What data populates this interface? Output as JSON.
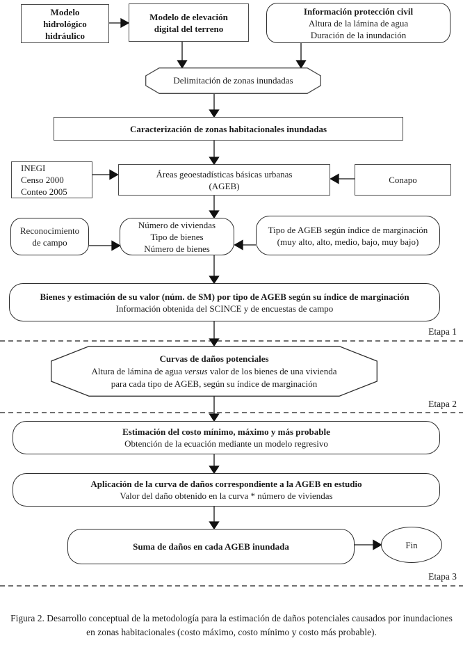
{
  "colors": {
    "box_border": "#4a4a4a",
    "line_color": "#111111",
    "text_color": "#1c1c1c",
    "background": "#ffffff"
  },
  "nodes": {
    "modelo_hidrologico": {
      "line1": "Modelo",
      "line2": "hidrológico",
      "line3": "hidráulico"
    },
    "modelo_elevacion": {
      "line1": "Modelo de elevación",
      "line2": "digital del terreno"
    },
    "info_proteccion": {
      "line1": "Información protección civil",
      "line2": "Altura de la lámina de agua",
      "line3": "Duración de la inundación"
    },
    "delimitacion": {
      "line1": "Delimitación de zonas inundadas"
    },
    "caracterizacion": {
      "line1": "Caracterización de zonas habitacionales inundadas"
    },
    "inegi": {
      "line1": "INEGI",
      "line2": "Censo 2000",
      "line3": "Conteo 2005"
    },
    "ageb": {
      "line1": "Áreas geoestadísticas básicas urbanas",
      "line2": "(AGEB)"
    },
    "conapo": {
      "line1": "Conapo"
    },
    "reconocimiento": {
      "line1": "Reconocimiento",
      "line2": "de campo"
    },
    "viviendas": {
      "line1": "Número de viviendas",
      "line2": "Tipo de bienes",
      "line3": "Número de bienes"
    },
    "tipo_ageb": {
      "line1": "Tipo de AGEB según índice de marginación",
      "line2": "(muy alto, alto, medio, bajo, muy bajo)"
    },
    "bienes": {
      "line1": "Bienes y estimación de su valor (núm. de SM) por tipo de AGEB según su índice de marginación",
      "line2": "Información obtenida del SCINCE y de encuestas de campo"
    },
    "curvas": {
      "line1": "Curvas de daños potenciales",
      "line2_pre": "Altura de lámina de agua ",
      "line2_italic": "versus",
      "line2_post": " valor de los bienes de una vivienda",
      "line3": "para cada tipo de AGEB, según su índice de marginación"
    },
    "estimacion": {
      "line1": "Estimación del costo mínimo, máximo y más probable",
      "line2": "Obtención de la ecuación mediante un modelo regresivo"
    },
    "aplicacion": {
      "line1": "Aplicación de la curva de daños correspondiente a la AGEB en estudio",
      "line2": "Valor del daño obtenido en la curva * número de viviendas"
    },
    "suma": {
      "line1": "Suma de daños en cada AGEB inundada"
    },
    "fin": {
      "line1": "Fin"
    }
  },
  "stages": {
    "etapa1": "Etapa 1",
    "etapa2": "Etapa 2",
    "etapa3": "Etapa 3"
  },
  "caption": {
    "line1": "Figura 2. Desarrollo conceptual de la metodología para la estimación de daños potenciales causados por inundaciones",
    "line2": "en zonas habitacionales (costo máximo, costo mínimo y costo más probable)."
  }
}
